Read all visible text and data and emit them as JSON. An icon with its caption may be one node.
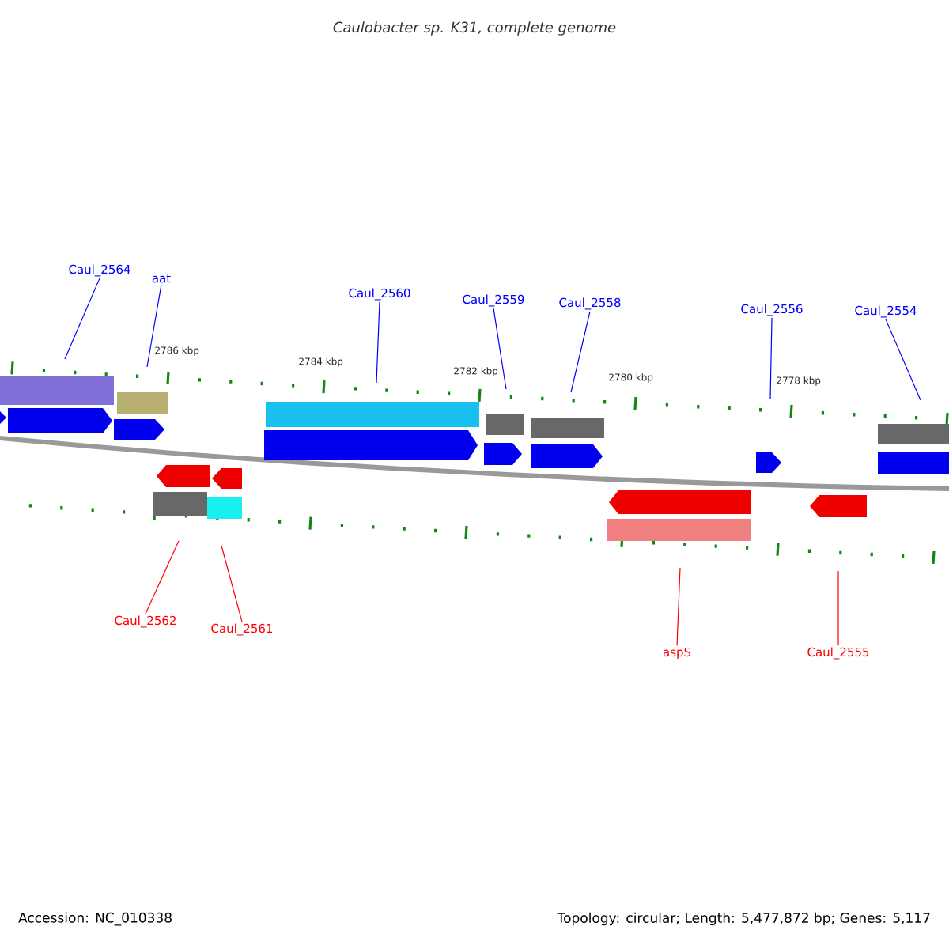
{
  "diagram": {
    "title": "Caulobacter sp. K31, complete genome",
    "nodes": [
      {
        "text": [
          "Caul_2564"
        ]
      },
      {
        "text": [
          "aat"
        ]
      },
      {
        "text": [
          "Caul_2560"
        ]
      },
      {
        "text": [
          "Caul_2559"
        ]
      },
      {
        "text": [
          "Caul_2558"
        ]
      },
      {
        "text": [
          "Caul_2556"
        ]
      },
      {
        "text": [
          "Caul_2554"
        ]
      },
      {
        "text": [
          "Caul_2562"
        ]
      },
      {
        "text": [
          "Caul_2561"
        ]
      },
      {
        "text": [
          "aspS"
        ]
      },
      {
        "text": [
          "Caul_2555"
        ]
      }
    ],
    "edges": [
      {
        "from": 0,
        "to": null,
        "arrow": "none"
      },
      {
        "from": 1,
        "to": null,
        "arrow": "none"
      },
      {
        "from": 2,
        "to": null,
        "arrow": "none"
      },
      {
        "from": 3,
        "to": null,
        "arrow": "none"
      },
      {
        "from": 4,
        "to": null,
        "arrow": "none"
      },
      {
        "from": 5,
        "to": null,
        "arrow": "none"
      },
      {
        "from": 6,
        "to": null,
        "arrow": "none"
      },
      {
        "from": 7,
        "to": null,
        "arrow": "none",
        "color": "#ff0000"
      },
      {
        "from": 8,
        "to": null,
        "arrow": "none",
        "color": "#ff0000"
      },
      {
        "from": 9,
        "to": null,
        "arrow": "none",
        "color": "#ff0000"
      },
      {
        "from": 10,
        "to": null,
        "arrow": "none",
        "color": "#ff0000"
      }
    ],
    "labels": [
      "2786 kbp",
      "2784 kbp",
      "2782 kbp",
      "2780 kbp",
      "2778 kbp",
      "Accession: NC_010338",
      "Topology: circular; Length: 5,477,872 bp; Genes: 5,117"
    ]
  }
}
